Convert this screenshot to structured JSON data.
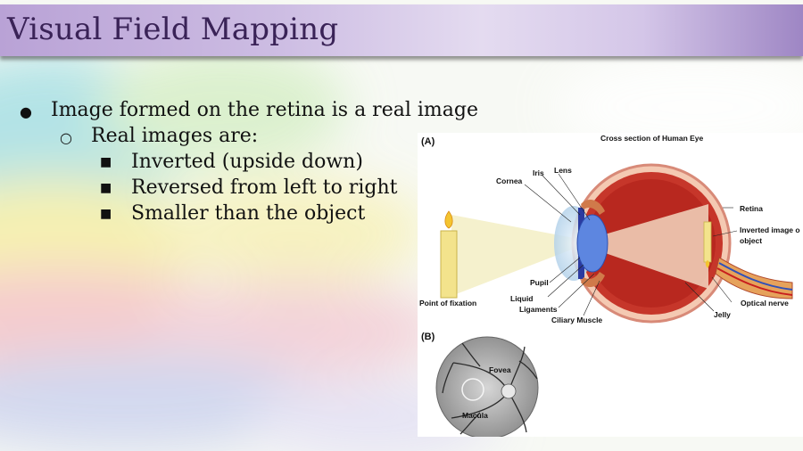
{
  "slide": {
    "title": "Visual Field Mapping",
    "bullet_1": "Image formed on the retina is a real image",
    "sub_bullet_1": "Real images are:",
    "items": [
      "Inverted (upside down)",
      "Reversed from left to right",
      "Smaller than the object"
    ]
  },
  "figure": {
    "panel_a": "(A)",
    "panel_b": "(B)",
    "heading": "Cross section of Human Eye",
    "labels": {
      "cornea": "Cornea",
      "iris": "Iris",
      "lens": "Lens",
      "retina": "Retina",
      "inverted_image_line1": "Inverted image o",
      "inverted_image_line2": "object",
      "point_of_fixation": "Point of fixation",
      "pupil": "Pupil",
      "liquid": "Liquid",
      "ligaments": "Ligaments",
      "ciliary_muscle": "Ciliary Muscle",
      "jelly": "Jelly",
      "optical_nerve": "Optical nerve",
      "fovea": "Fovea",
      "macula": "Macula"
    }
  }
}
